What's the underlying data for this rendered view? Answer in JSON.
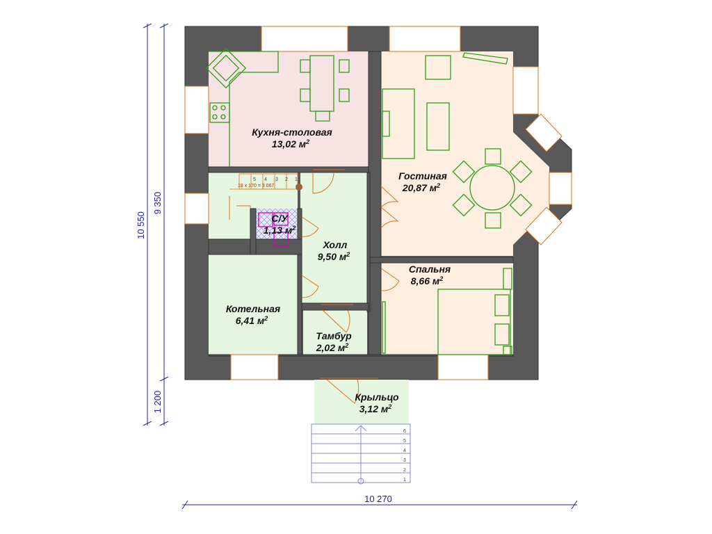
{
  "rooms": [
    {
      "id": "kitchen",
      "name": "Кухня-столовая",
      "area": "13,02 м"
    },
    {
      "id": "living",
      "name": "Гостиная",
      "area": "20,87 м"
    },
    {
      "id": "wc",
      "name": "С/У",
      "area": "1,13 м"
    },
    {
      "id": "hall",
      "name": "Холл",
      "area": "9,50 м"
    },
    {
      "id": "bedroom",
      "name": "Спальня",
      "area": "8,66 м"
    },
    {
      "id": "boiler",
      "name": "Котельная",
      "area": "6,41 м"
    },
    {
      "id": "vestibule",
      "name": "Тамбур",
      "area": "2,02 м"
    },
    {
      "id": "porch",
      "name": "Крыльцо",
      "area": "3,12 м"
    }
  ],
  "area_unit_superscript": "2",
  "dimensions": {
    "total_height": "10 550",
    "house_height": "9 350",
    "porch_depth": "1 200",
    "total_width": "10 270"
  },
  "stair": {
    "note": "18 х 170 = 3 067",
    "steps": [
      "1",
      "2",
      "3",
      "4",
      "5"
    ]
  },
  "porch_steps": [
    "1",
    "2",
    "3",
    "4",
    "5",
    "6"
  ],
  "colors": {
    "wall": "#595959",
    "kitchen_fill": "#f7e3e3",
    "living_fill": "#fdeee0",
    "green_fill": "#e6f5e0",
    "furniture": "#2e9e1e",
    "door": "#e07020",
    "dimension": "#2222aa",
    "wc_tile": "#c8c8f0"
  }
}
